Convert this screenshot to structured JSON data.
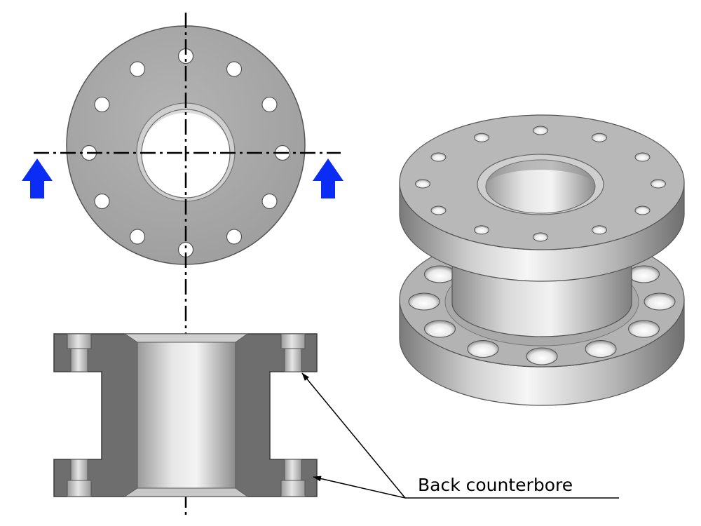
{
  "callout": {
    "label": "Back counterbore"
  },
  "colors": {
    "arrow": "#0a2cf5",
    "part_face": "#a9a9a9",
    "section_cut": "#6e6e6e",
    "centerline": "#000000"
  },
  "views": {
    "top_view": {
      "bolt_holes": 12
    },
    "section_view": {
      "counterbores_per_side": 2
    },
    "isometric_view": {
      "top_flange_holes": 12,
      "bottom_flange_counterbores": 12
    }
  }
}
